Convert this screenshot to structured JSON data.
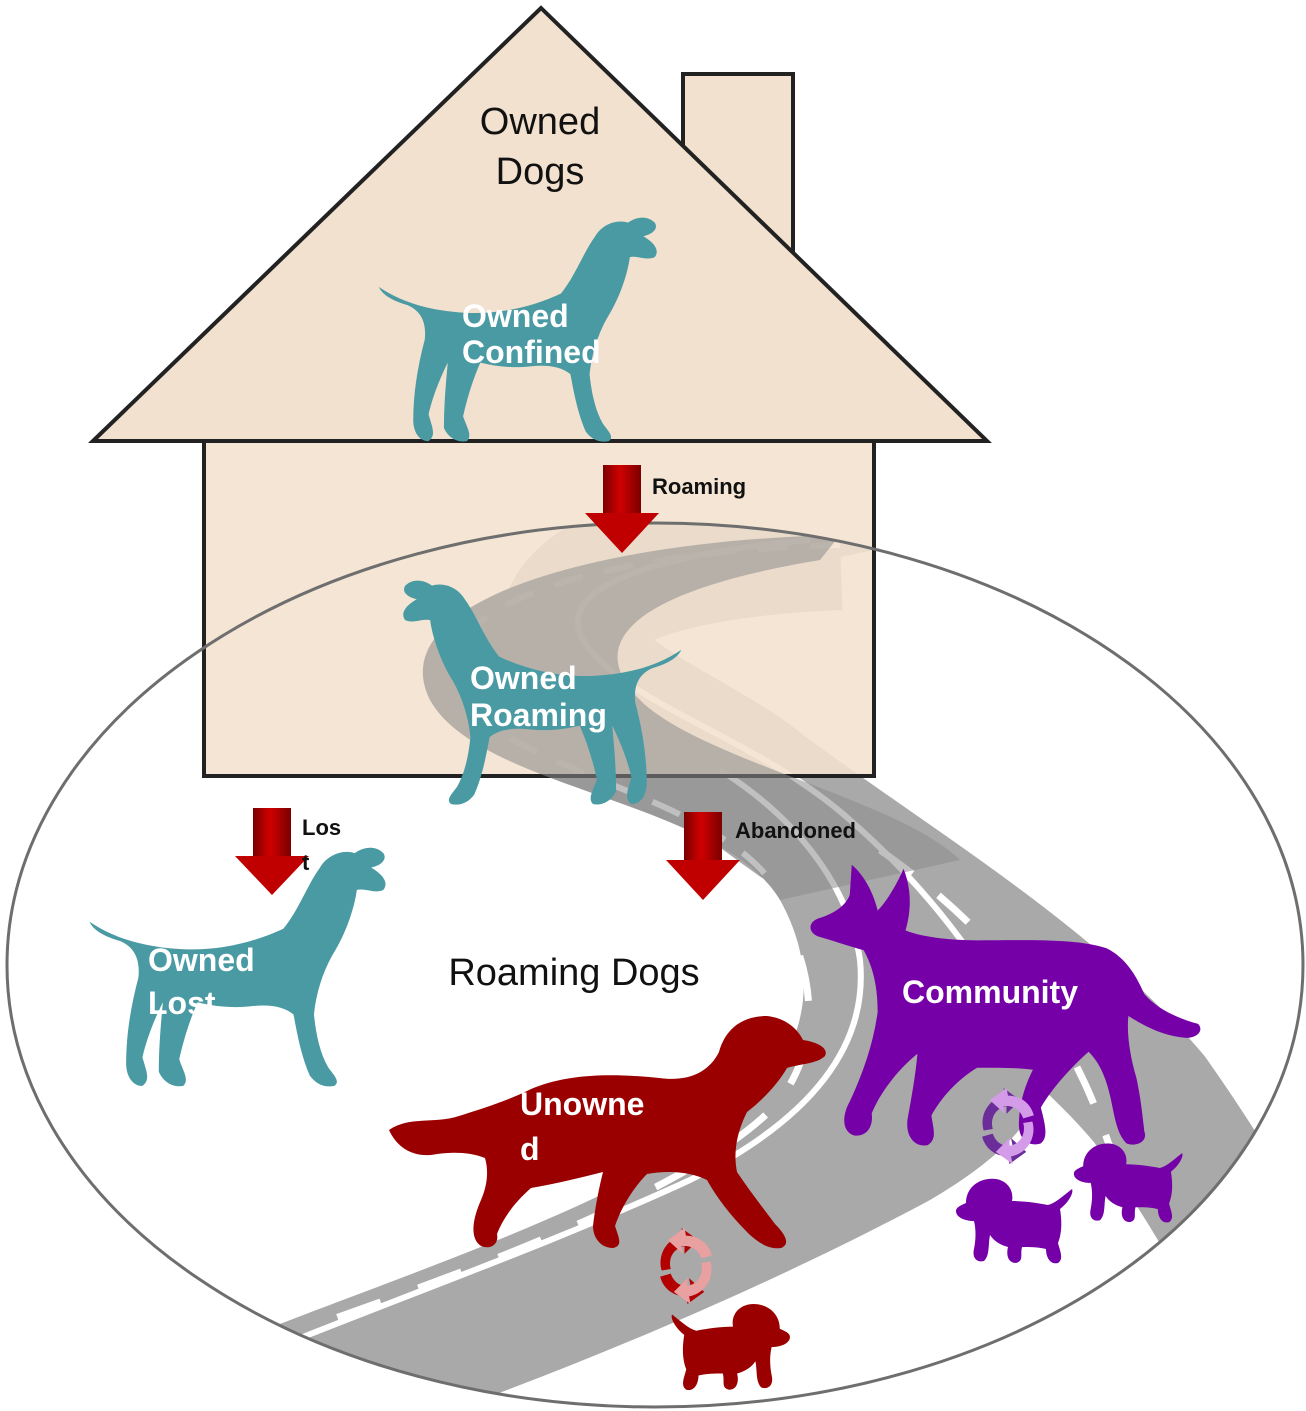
{
  "colors": {
    "house_fill": "#f2e1cf",
    "house_stroke": "#222222",
    "ellipse_stroke": "#6e6e6e",
    "road": "#a9a9a9",
    "road_line": "#ffffff",
    "owned_dog": "#4a9aa3",
    "unowned_dog": "#9b0000",
    "community_dog": "#7500a8",
    "arrow": "#c00000",
    "arrow_dark": "#7a0000"
  },
  "labels": {
    "owned_dogs_line1": "Owned",
    "owned_dogs_line2": "Dogs",
    "owned_confined_line1": "Owned",
    "owned_confined_line2": "Confined",
    "owned_roaming_line1": "Owned",
    "owned_roaming_line2": "Roaming",
    "owned_lost_line1": "Owned",
    "owned_lost_line2": "Lost",
    "roaming_dogs": "Roaming Dogs",
    "unowned_line1": "Unowne",
    "unowned_line2": "d",
    "community": "Community"
  },
  "arrows": {
    "roaming": "Roaming",
    "lost_line1": "Los",
    "lost_line2": "t",
    "abandoned": "Abandoned"
  },
  "icons": {
    "house": "house-icon",
    "road": "road-icon",
    "dog": "dog-silhouette-icon",
    "puppy": "puppy-silhouette-icon",
    "cycle": "recycle-arrows-icon"
  }
}
